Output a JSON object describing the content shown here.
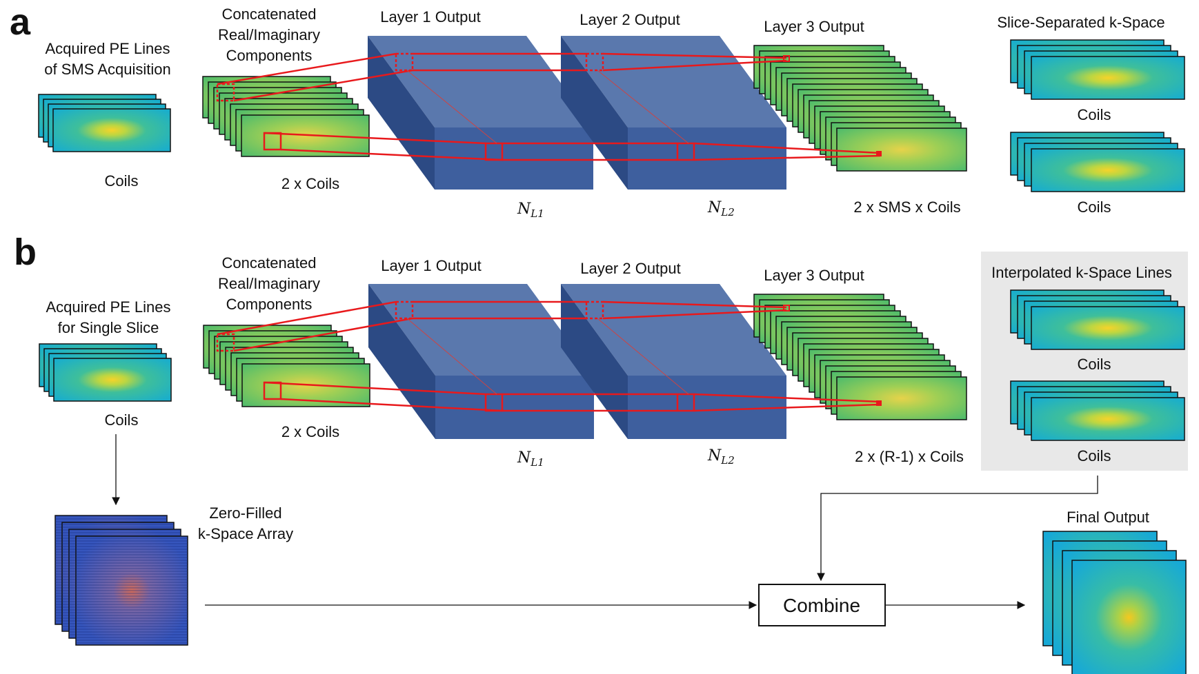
{
  "panel_a": {
    "letter": "a",
    "input_title": [
      "Acquired PE Lines",
      "of SMS Acquisition"
    ],
    "input_label": "Coils",
    "concat_title": [
      "Concatenated",
      "Real/Imaginary",
      "Components"
    ],
    "concat_label": "2 x Coils",
    "layer1_title": "Layer 1 Output",
    "layer2_title": "Layer 2 Output",
    "layer3_title": "Layer 3 Output",
    "n1": {
      "base": "N",
      "sub": "L1"
    },
    "n2": {
      "base": "N",
      "sub": "L2"
    },
    "layer3_label": "2 x SMS x Coils",
    "output_title": "Slice-Separated k-Space",
    "output_label_1": "Coils",
    "output_label_2": "Coils"
  },
  "panel_b": {
    "letter": "b",
    "input_title": [
      "Acquired PE Lines",
      "for Single Slice"
    ],
    "input_label": "Coils",
    "concat_title": [
      "Concatenated",
      "Real/Imaginary",
      "Components"
    ],
    "concat_label": "2 x Coils",
    "layer1_title": "Layer 1 Output",
    "layer2_title": "Layer 2 Output",
    "layer3_title": "Layer 3 Output",
    "n1": {
      "base": "N",
      "sub": "L1"
    },
    "n2": {
      "base": "N",
      "sub": "L2"
    },
    "layer3_label": "2 x (R-1) x Coils",
    "output_title": "Interpolated k-Space Lines",
    "output_label_1": "Coils",
    "output_label_2": "Coils",
    "zero_filled_title": [
      "Zero-Filled",
      "k-Space Array"
    ],
    "combine_label": "Combine",
    "final_title": "Final Output"
  },
  "colors": {
    "kspace_teal": "#1fb3c8",
    "kspace_green": "#5cc36a",
    "kspace_yellow": "#f2d83a",
    "block_front": "#3e5f9e",
    "block_top": "#5a78ad",
    "block_side": "#2c4a84",
    "zero_filled": "#3a5cc0",
    "red_lines": "#e8191c",
    "gray_panel": "#e8e8e8"
  }
}
